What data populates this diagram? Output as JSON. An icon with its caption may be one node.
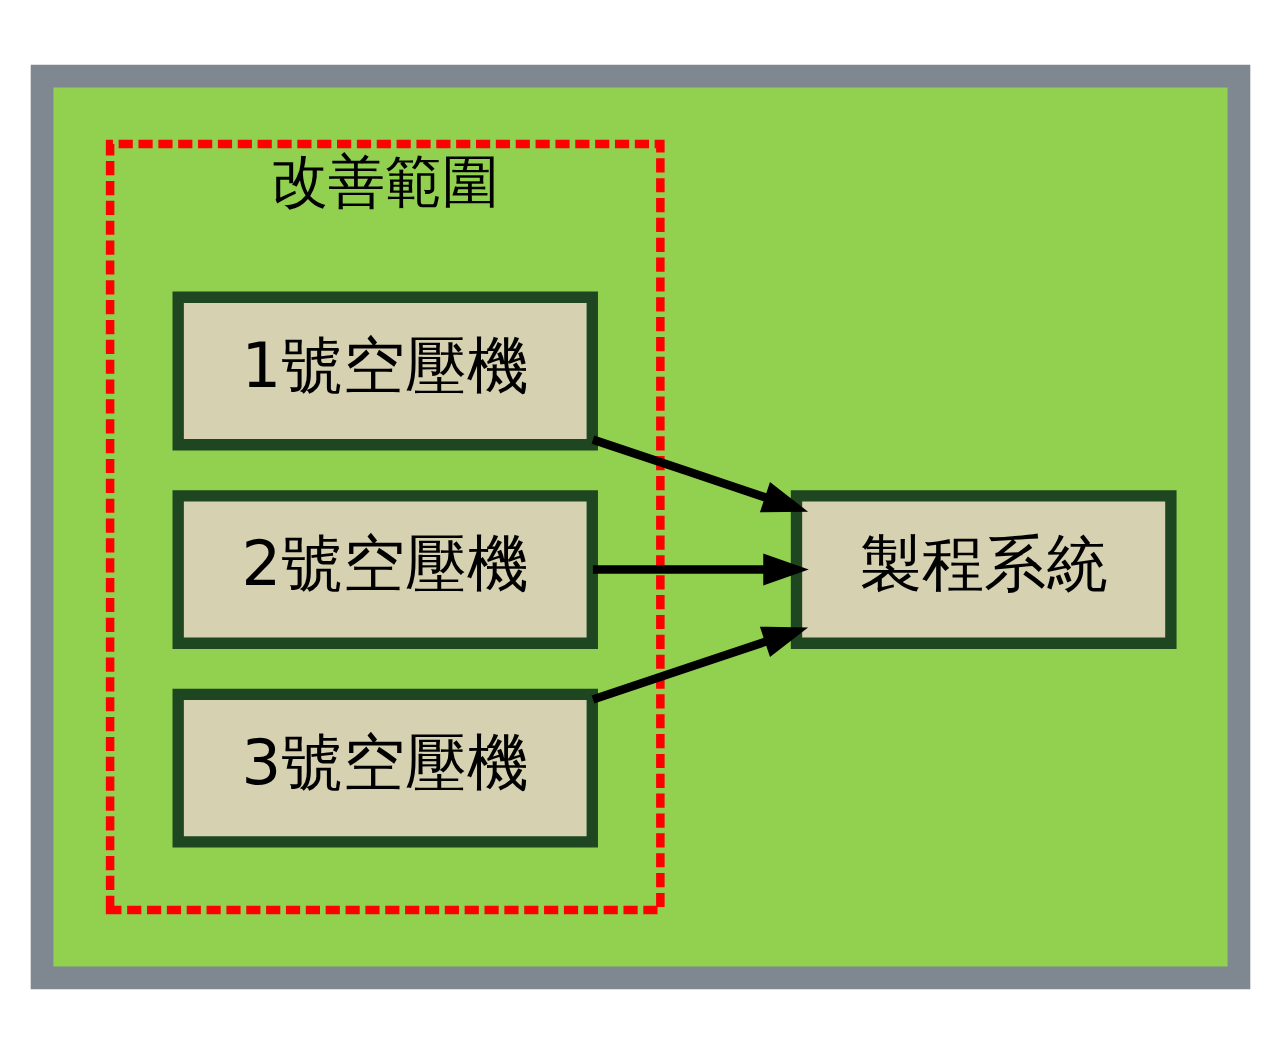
{
  "diagram": {
    "nodes": [
      {
        "text": [],
        "shape": "house"
      },
      {
        "text": [
          "改善範圍"
        ],
        "in": 0
      },
      {
        "text": [
          "1號空壓機"
        ],
        "in": 1
      },
      {
        "text": [
          "2號空壓機"
        ],
        "in": 1
      },
      {
        "text": [
          "3號空壓機"
        ],
        "in": 1
      },
      {
        "text": [
          "製程系統"
        ],
        "in": 0
      }
    ],
    "edges": [
      {
        "from": 2,
        "to": 5,
        "arrow": "to"
      },
      {
        "from": 3,
        "to": 5,
        "arrow": "to"
      },
      {
        "from": 4,
        "to": 5,
        "arrow": "to"
      }
    ]
  }
}
